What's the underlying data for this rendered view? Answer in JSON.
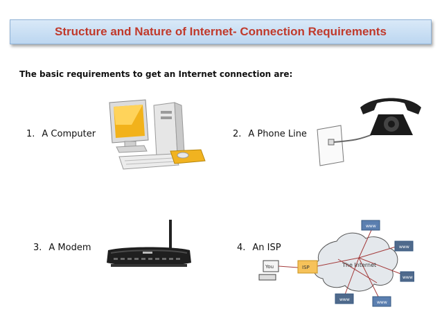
{
  "title": "Structure and Nature of Internet- Connection Requirements",
  "intro": "The basic requirements to get an Internet connection are:",
  "items": [
    {
      "num": "1.",
      "label": "A Computer"
    },
    {
      "num": "2.",
      "label": "A Phone Line"
    },
    {
      "num": "3.",
      "label": "A Modem"
    },
    {
      "num": "4.",
      "label": "An ISP"
    }
  ],
  "isp_diagram": {
    "you_label": "You",
    "isp_label": "ISP",
    "cloud_label": "The Internet",
    "server_label": "www"
  },
  "colors": {
    "title_text": "#c0392b",
    "title_bg": "#c9def3"
  }
}
